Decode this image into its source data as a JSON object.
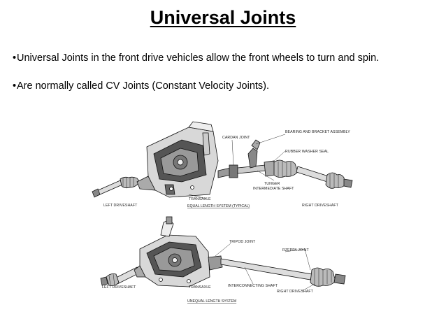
{
  "slide": {
    "title": "Universal Joints",
    "bullets": [
      {
        "marker": "•",
        "text": "Universal Joints in the front drive vehicles allow the front wheels to turn and spin."
      },
      {
        "marker": "•",
        "text": "Are normally called CV Joints (Constant Velocity Joints)."
      }
    ]
  },
  "diagram": {
    "top": {
      "labels": {
        "cardan_joint": "CARDAN JOINT",
        "bearing_bracket": "BEARING AND BRACKET ASSEMBLY",
        "rubber_washer": "RUBBER WASHER SEAL",
        "tunger": "TUNGER",
        "intermediate_shaft": "INTERMEDIATE SHAFT",
        "transaxle": "TRANSAXLE",
        "left_driveshaft": "LEFT DRIVESHAFT",
        "right_driveshaft": "RIGHT DRIVESHAFT"
      },
      "caption": "EQUAL LENGTH SYSTEM (TYPICAL)"
    },
    "bottom": {
      "labels": {
        "tripod_joint": "TRIPOD JOINT",
        "rzeppa_joint": "RZEPPA JOINT",
        "left_driveshaft": "LEFT DRIVESHAFT",
        "transaxle": "TRANSAXLE",
        "interconnecting_shaft": "INTERCONNECTING SHAFT",
        "right_driveshaft": "RIGHT DRIVESHAFT"
      },
      "caption": "UNEQUAL LENGTH SYSTEM"
    }
  }
}
